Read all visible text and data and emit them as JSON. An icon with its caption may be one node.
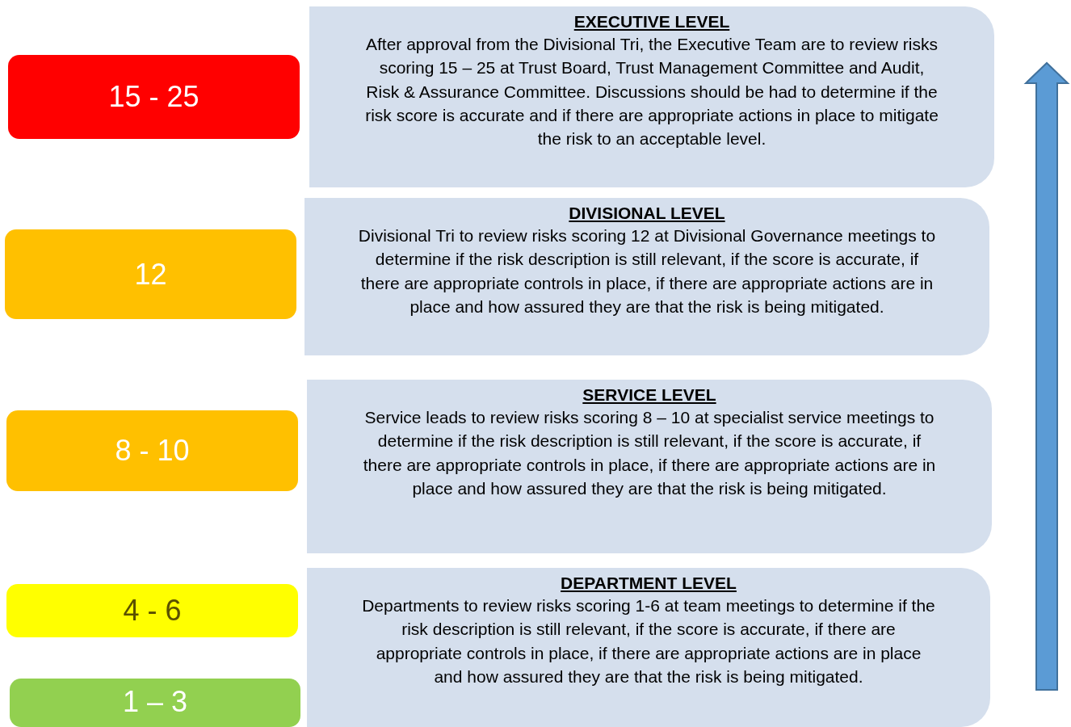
{
  "diagram": {
    "nodes": [
      {
        "text": [
          "15 - 25"
        ]
      },
      {
        "text": [
          "EXECUTIVE LEVEL",
          "After approval from the Divisional Tri, the Executive Team are to review risks scoring 15 – 25 at Trust Board, Trust Management Committee and Audit, Risk & Assurance Committee. Discussions should be had to determine if the risk score is accurate and if there are appropriate actions in place to mitigate the risk to an acceptable level."
        ]
      },
      {
        "text": [
          "12"
        ]
      },
      {
        "text": [
          "DIVISIONAL LEVEL",
          "Divisional Tri to review risks scoring 12 at Divisional Governance meetings to determine if the risk description is still relevant, if the score is accurate, if there are appropriate controls in place, if there are appropriate actions are in place and how assured they are that the risk is being mitigated."
        ]
      },
      {
        "text": [
          "8 - 10"
        ]
      },
      {
        "text": [
          "SERVICE LEVEL",
          "Service leads to review risks scoring 8 – 10 at specialist service meetings to determine if the risk description is still relevant, if the score is accurate, if there are appropriate controls in place, if there are appropriate actions are in place and how assured they are that the risk is being mitigated."
        ]
      },
      {
        "text": [
          "4 - 6"
        ]
      },
      {
        "text": [
          "DEPARTMENT LEVEL",
          "Departments to review risks scoring 1-6 at team meetings to determine if the risk description is still relevant, if the score is accurate, if there are appropriate controls in place, if there are appropriate actions are in place and how assured they are that the risk is being mitigated."
        ]
      },
      {
        "text": [
          "1 – 3"
        ]
      }
    ]
  }
}
